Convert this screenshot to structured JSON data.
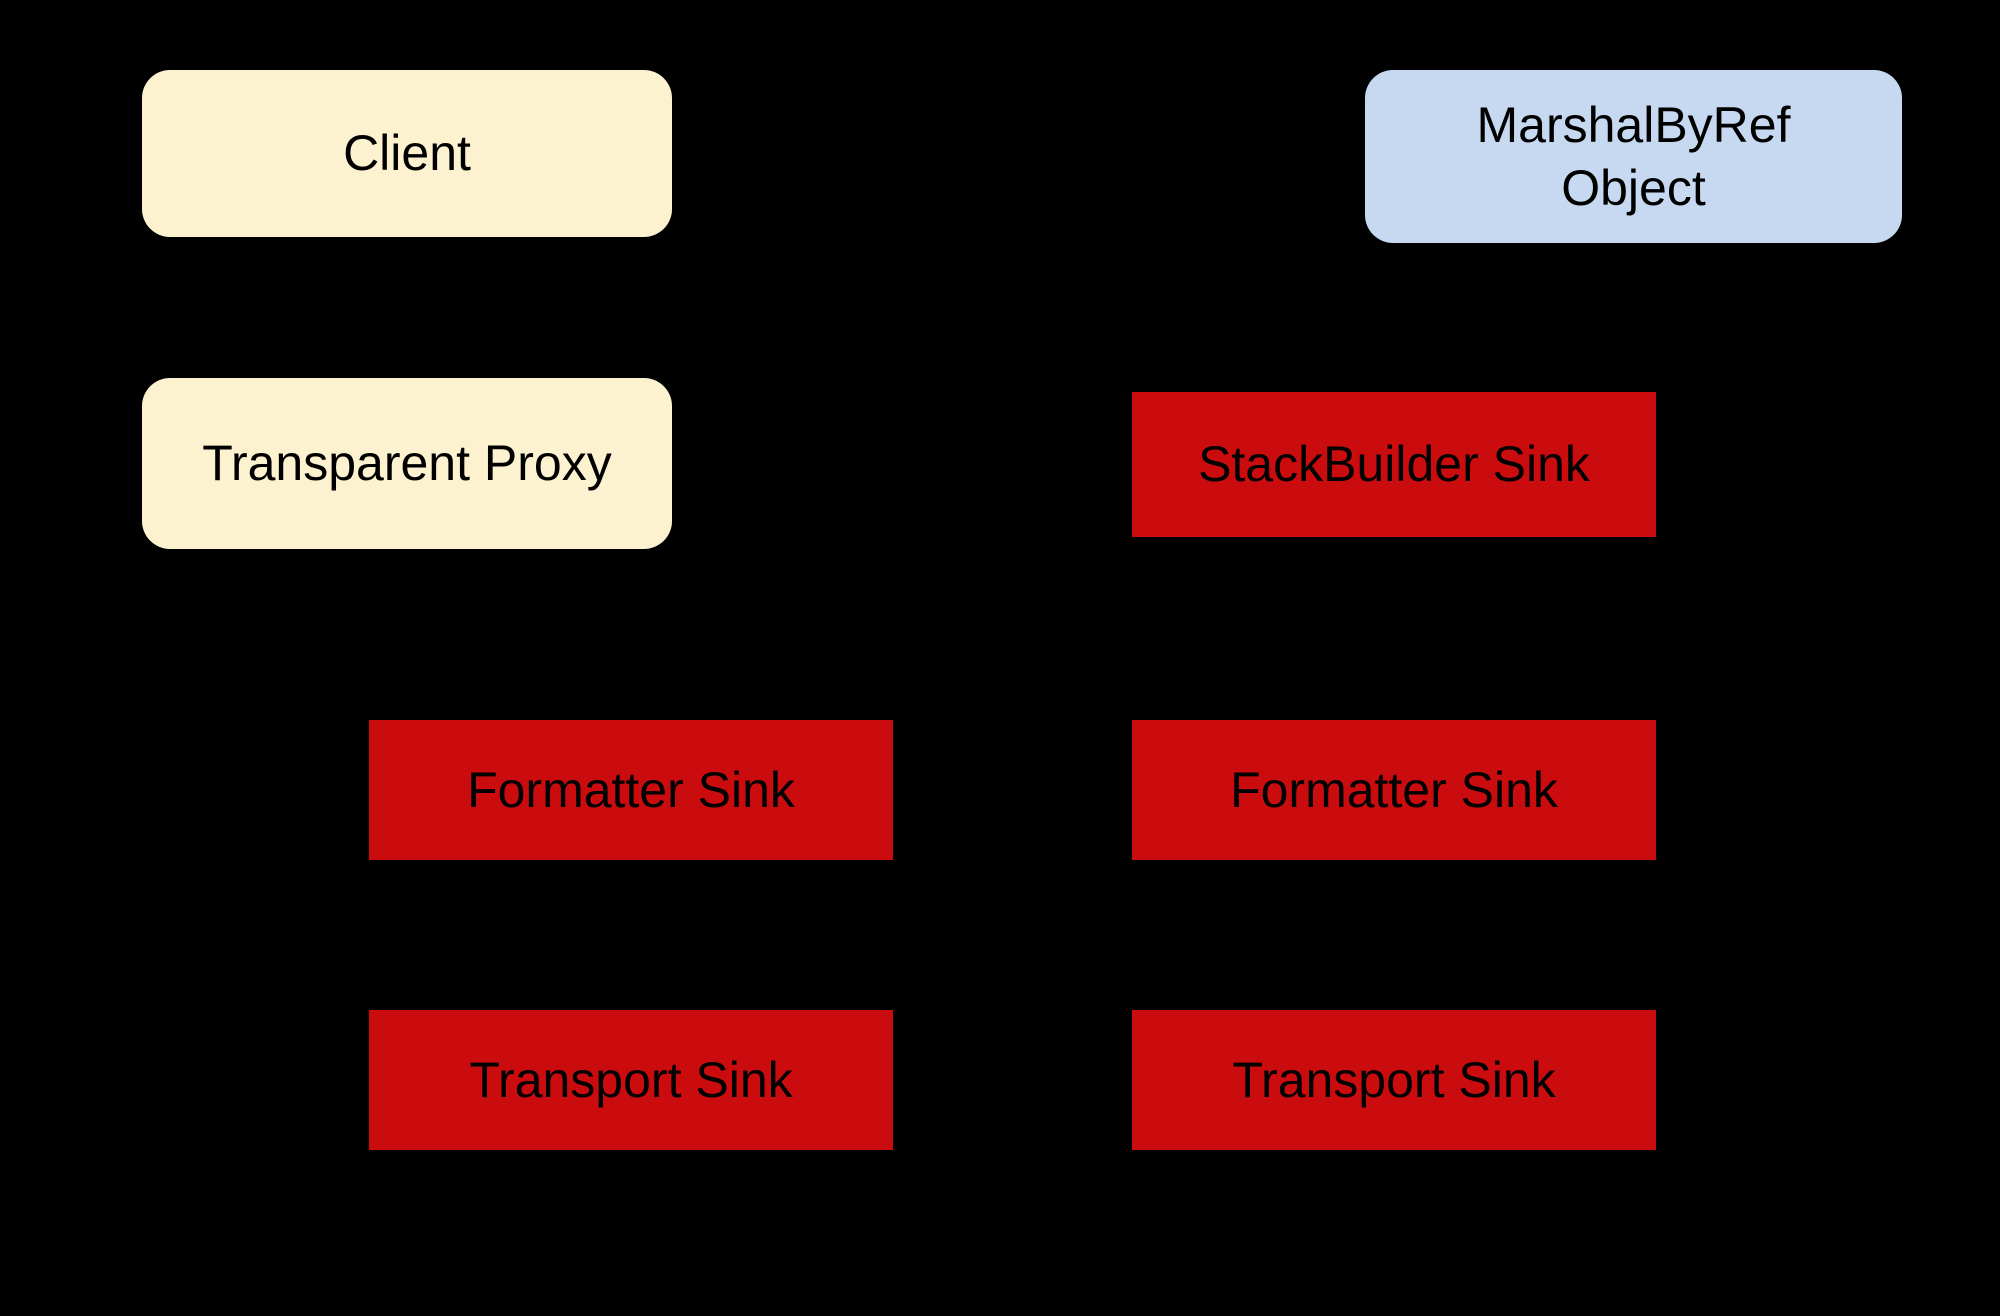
{
  "diagram": {
    "nodes": {
      "client": {
        "label": "Client"
      },
      "marshal_by_ref": {
        "label_line1": "MarshalByRef",
        "label_line2": "Object"
      },
      "transparent_proxy": {
        "label": "Transparent Proxy"
      },
      "stackbuilder_sink": {
        "label": "StackBuilder Sink"
      },
      "formatter_sink_left": {
        "label": "Formatter Sink"
      },
      "formatter_sink_right": {
        "label": "Formatter Sink"
      },
      "transport_sink_left": {
        "label": "Transport Sink"
      },
      "transport_sink_right": {
        "label": "Transport Sink"
      }
    },
    "colors": {
      "background": "#000000",
      "client_box_fill": "#FCF2CF",
      "marshal_box_fill": "#C6D9F1",
      "sink_box_fill": "#CB0C0E",
      "text": "#000000"
    }
  }
}
